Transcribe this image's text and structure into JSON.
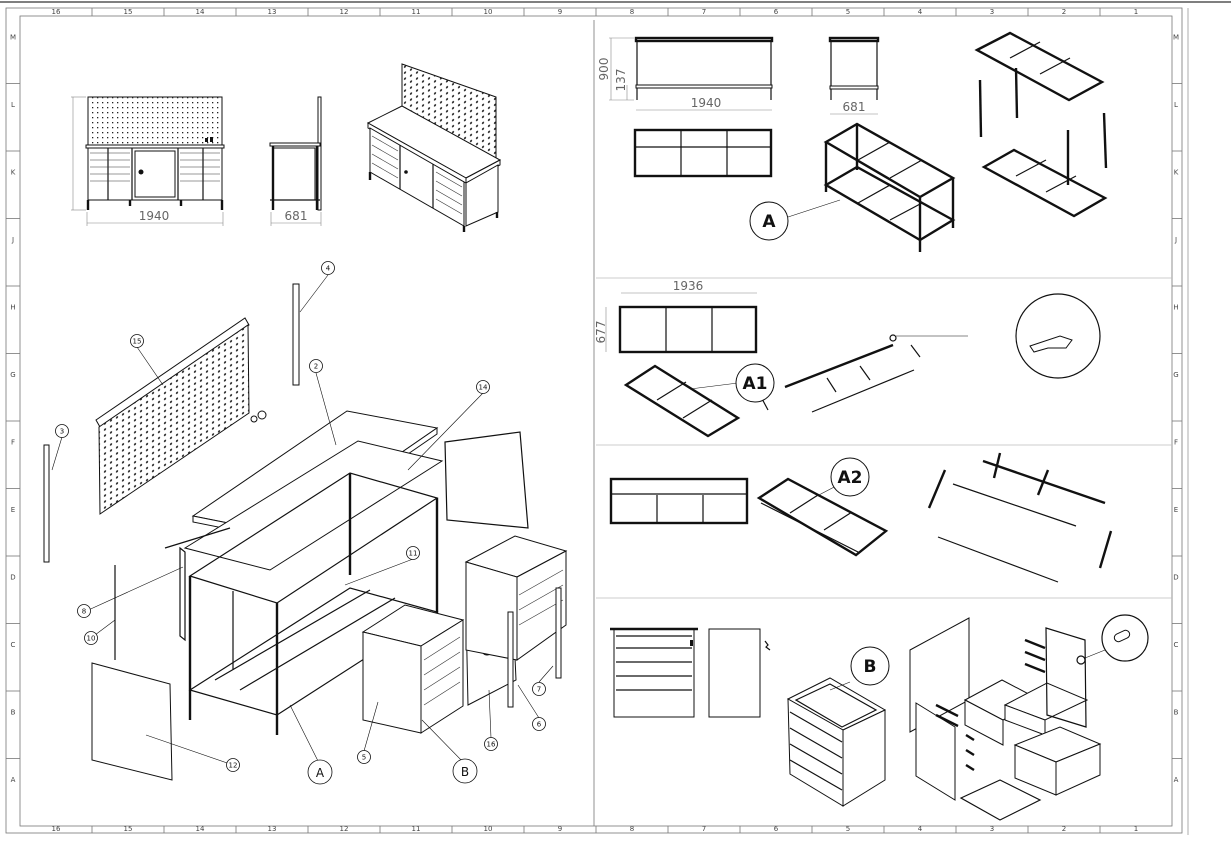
{
  "sheet": {
    "column_numbers": [
      "16",
      "15",
      "14",
      "13",
      "12",
      "11",
      "10",
      "9",
      "8",
      "7",
      "6",
      "5",
      "4",
      "3",
      "2",
      "1"
    ],
    "row_letters": [
      "M",
      "L",
      "K",
      "J",
      "H",
      "G",
      "F",
      "E",
      "D",
      "C",
      "B",
      "A"
    ]
  },
  "views": {
    "assembly_front": {
      "width_dim": "1940"
    },
    "assembly_side": {
      "depth_dim": "681"
    },
    "frame_front": {
      "height_dim": "900",
      "shelf_dim": "137",
      "width_dim": "1940"
    },
    "frame_side": {
      "depth_dim": "681"
    },
    "frame_top": {
      "width_dim": "1936",
      "depth_dim": "677"
    }
  },
  "balloons": {
    "b4": "4",
    "b15": "15",
    "b2": "2",
    "b14": "14",
    "b3": "3",
    "b11": "11",
    "b8": "8",
    "b10": "10",
    "b12": "12",
    "b5": "5",
    "b16": "16",
    "b6": "6",
    "b7": "7",
    "detail_a_left": "A",
    "detail_b_left": "B",
    "detail_a_right": "A",
    "detail_a1": "A1",
    "detail_a2": "A2",
    "detail_b_right": "B"
  }
}
